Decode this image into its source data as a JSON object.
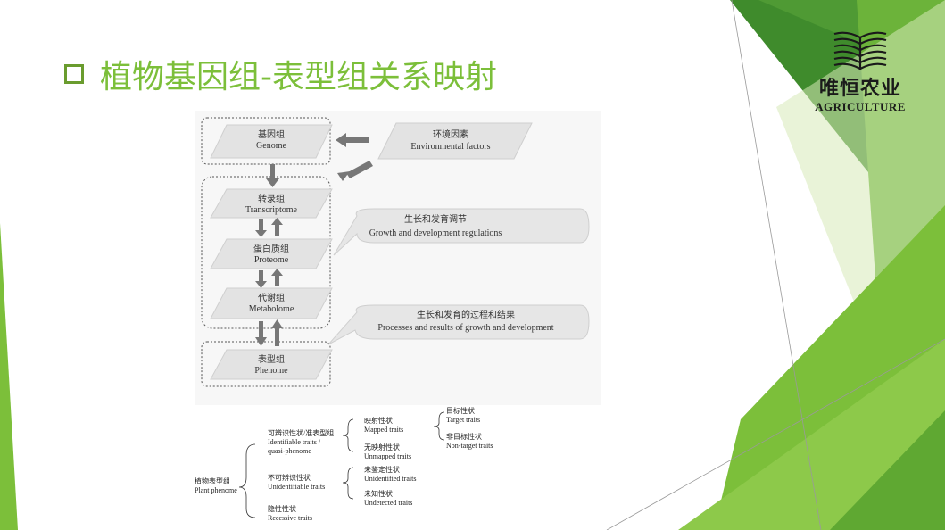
{
  "title": "植物基因组-表型组关系映射",
  "logo": {
    "name": "唯恒农业",
    "subtitle": "AGRICULTURE"
  },
  "flowchart": {
    "genome": {
      "zh": "基因组",
      "en": "Genome"
    },
    "environment": {
      "zh": "环境因素",
      "en": "Environmental factors"
    },
    "transcriptome": {
      "zh": "转录组",
      "en": "Transcriptome"
    },
    "proteome": {
      "zh": "蛋白质组",
      "en": "Proteome"
    },
    "metabolome": {
      "zh": "代谢组",
      "en": "Metabolome"
    },
    "phenome": {
      "zh": "表型组",
      "en": "Phenome"
    },
    "growth_regulation": {
      "zh": "生长和发育调节",
      "en": "Growth and development regulations"
    },
    "growth_process": {
      "zh": "生长和发育的过程和结果",
      "en": "Processes and results of growth and development"
    }
  },
  "tree": {
    "root": {
      "zh": "植物表型组",
      "en": "Plant phenome"
    },
    "identifiable": {
      "zh": "可辨识性状/准表型组",
      "en1": "Identifiable traits /",
      "en2": "quasi-phenome"
    },
    "unidentifiable": {
      "zh": "不可辨识性状",
      "en": "Unidentifiable traits"
    },
    "recessive": {
      "zh": "隐性性状",
      "en": "Recessive traits"
    },
    "mapped": {
      "zh": "映射性状",
      "en": "Mapped traits"
    },
    "unmapped": {
      "zh": "无映射性状",
      "en": "Unmapped traits"
    },
    "target": {
      "zh": "目标性状",
      "en": "Target traits"
    },
    "nontarget": {
      "zh": "非目标性状",
      "en": "Non-target traits"
    },
    "unidentified": {
      "zh": "未鉴定性状",
      "en": "Unidentified traits"
    },
    "undetected": {
      "zh": "未知性状",
      "en": "Undetected traits"
    }
  },
  "colors": {
    "accent": "#7cbf3a",
    "dark_green": "#3f8b2c",
    "light_green": "#a9d86a"
  }
}
